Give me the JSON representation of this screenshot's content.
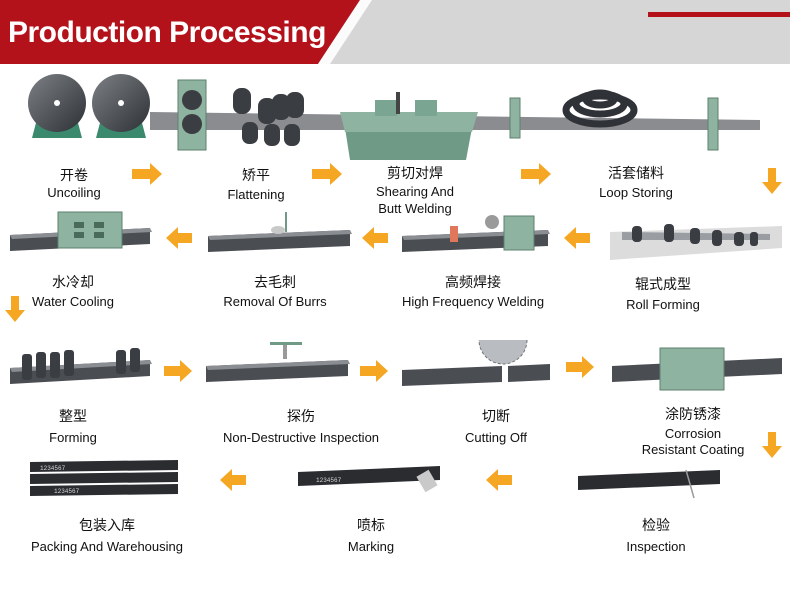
{
  "title": "Production Processing",
  "steps": [
    {
      "cn": "开卷",
      "en": "Uncoiling"
    },
    {
      "cn": "矫平",
      "en": "Flattening"
    },
    {
      "cn": "剪切对焊",
      "en": "Shearing And\nButt Welding"
    },
    {
      "cn": "活套储料",
      "en": "Loop Storing"
    },
    {
      "cn": "水冷却",
      "en": "Water Cooling"
    },
    {
      "cn": "去毛刺",
      "en": "Removal Of Burrs"
    },
    {
      "cn": "高频焊接",
      "en": "High Frequency Welding"
    },
    {
      "cn": "辊式成型",
      "en": "Roll Forming"
    },
    {
      "cn": "整型",
      "en": "Forming"
    },
    {
      "cn": "探伤",
      "en": "Non-Destructive Inspection"
    },
    {
      "cn": "切断",
      "en": "Cutting Off"
    },
    {
      "cn": "涂防锈漆",
      "en": "Corrosion\nResistant Coating"
    },
    {
      "cn": "包装入库",
      "en": "Packing And Warehousing"
    },
    {
      "cn": "喷标",
      "en": "Marking"
    },
    {
      "cn": "检验",
      "en": "Inspection"
    }
  ],
  "pipe_marking": "1234567",
  "colors": {
    "banner_red": "#b3121b",
    "banner_grey": "#d4d4d4",
    "arrow": "#f5a623",
    "machine_green": "#8fb3a1",
    "steel": "#4a4d52"
  }
}
